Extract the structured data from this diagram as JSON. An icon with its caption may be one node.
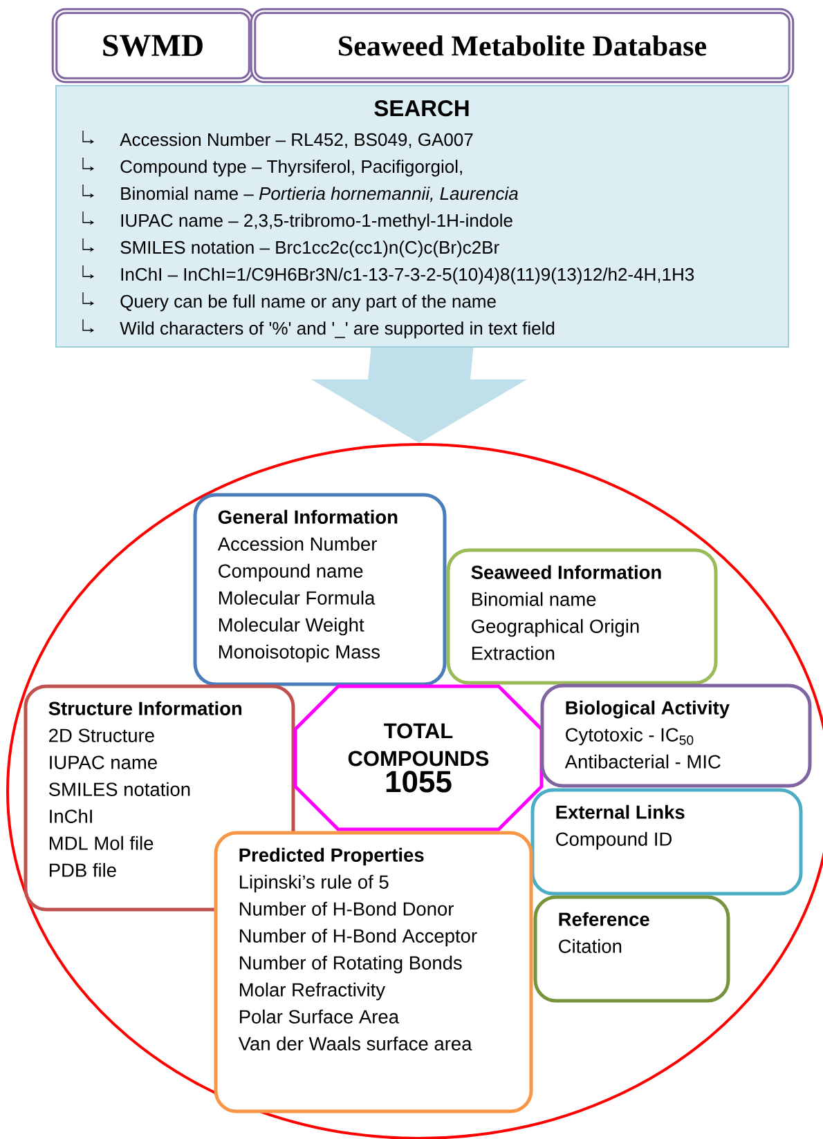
{
  "diagram": {
    "nodes": [
      {
        "text": [
          "SWMD"
        ]
      },
      {
        "text": [
          "Seaweed Metabolite Database"
        ]
      },
      {
        "text": [
          "SEARCH",
          "Accession Number – RL452, BS049, GA007",
          "Compound type – Thyrsiferol, Pacifigorgiol,",
          "Binomial name – *Portieria hornemannii, Laurencia*",
          "IUPAC name – 2,3,5-tribromo-1-methyl-1H-indole",
          "SMILES notation – Brc1cc2c(cc1)n(C)c(Br)c2Br",
          "InChI – InChI=1/C9H6Br3N/c1-13-7-3-2-5(10)4)8(11)9(13)12/h2-4H,1H3",
          "Query can be full name or any part of the name",
          "Wild characters of '%' and '_' are supported in text field"
        ]
      },
      {
        "text": [],
        "shape": "ellipse"
      },
      {
        "text": [
          "General Information",
          "Accession Number",
          "Compound name",
          "Molecular Formula",
          "Molecular Weight",
          "Monoisotopic Mass"
        ],
        "in": 3
      },
      {
        "text": [
          "Seaweed Information",
          "Binomial name",
          "Geographical Origin",
          "Extraction"
        ],
        "in": 3
      },
      {
        "text": [
          "Structure Information",
          "2D Structure",
          "IUPAC name",
          "SMILES notation",
          "InChI",
          "MDL Mol file",
          "PDB file"
        ],
        "in": 3
      },
      {
        "text": [
          "TOTAL COMPOUNDS",
          "1055"
        ],
        "in": 3
      },
      {
        "text": [
          "Biological Activity",
          "Cytotoxic - IC$_{50}$",
          "Antibacterial - MIC"
        ],
        "in": 3
      },
      {
        "text": [
          "External Links",
          "Compound ID"
        ],
        "in": 3
      },
      {
        "text": [
          "Predicted Properties",
          "Lipinski’s rule of 5",
          "Number of H-Bond Donor",
          "Number of H-Bond Acceptor",
          "Number of Rotating Bonds",
          "Molar Refractivity",
          "Polar Surface Area",
          "Van der Waals surface area"
        ],
        "in": 3
      },
      {
        "text": [
          "Reference",
          "Citation"
        ],
        "in": 3
      }
    ],
    "edges": [
      {
        "from": 2,
        "to": 3,
        "arrow": "to"
      }
    ]
  }
}
